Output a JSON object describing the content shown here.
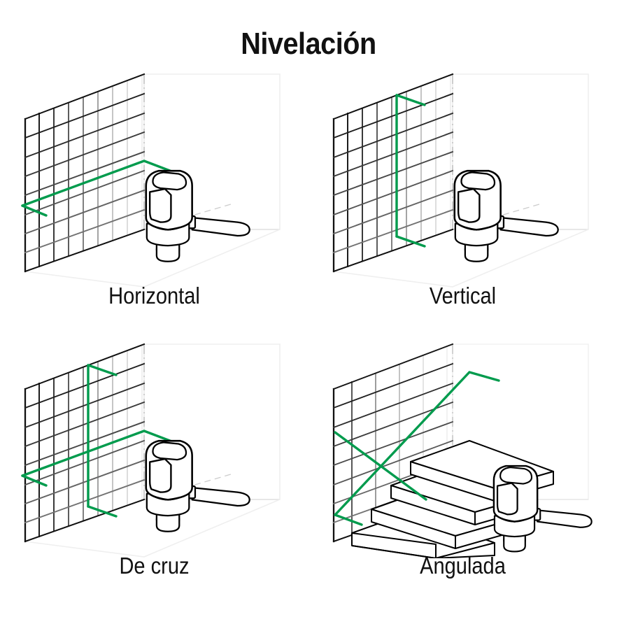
{
  "title": "Nivelación",
  "colors": {
    "laser_green": "#009B4D",
    "outline_black": "#000000",
    "text": "#111111",
    "background": "#FFFFFF",
    "grid_dark": "#1A1A1A",
    "grid_light": "#E8E8E8",
    "room_edge": "#D9D9D9"
  },
  "panels": [
    {
      "id": "horizontal",
      "label": "Horizontal",
      "mode": "horizontal",
      "description": "Línea láser horizontal proyectada sobre la pared cuadriculada",
      "laser_lines": [
        "horizontal"
      ]
    },
    {
      "id": "vertical",
      "label": "Vertical",
      "mode": "vertical",
      "description": "Línea láser vertical proyectada sobre la pared cuadriculada",
      "laser_lines": [
        "vertical"
      ]
    },
    {
      "id": "cross",
      "label": "De cruz",
      "mode": "cross",
      "description": "Líneas láser horizontal y vertical cruzadas",
      "laser_lines": [
        "horizontal",
        "vertical"
      ]
    },
    {
      "id": "angled",
      "label": "Angulada",
      "mode": "angled",
      "description": "Línea láser inclinada proyectada sobre una escalera",
      "laser_lines": [
        "diagonal"
      ],
      "has_stairs": true,
      "stair_steps": 4
    }
  ],
  "device": {
    "name": "nivel-laser",
    "parts": [
      "cuerpo",
      "lente",
      "banda",
      "collar",
      "base",
      "mango"
    ]
  }
}
